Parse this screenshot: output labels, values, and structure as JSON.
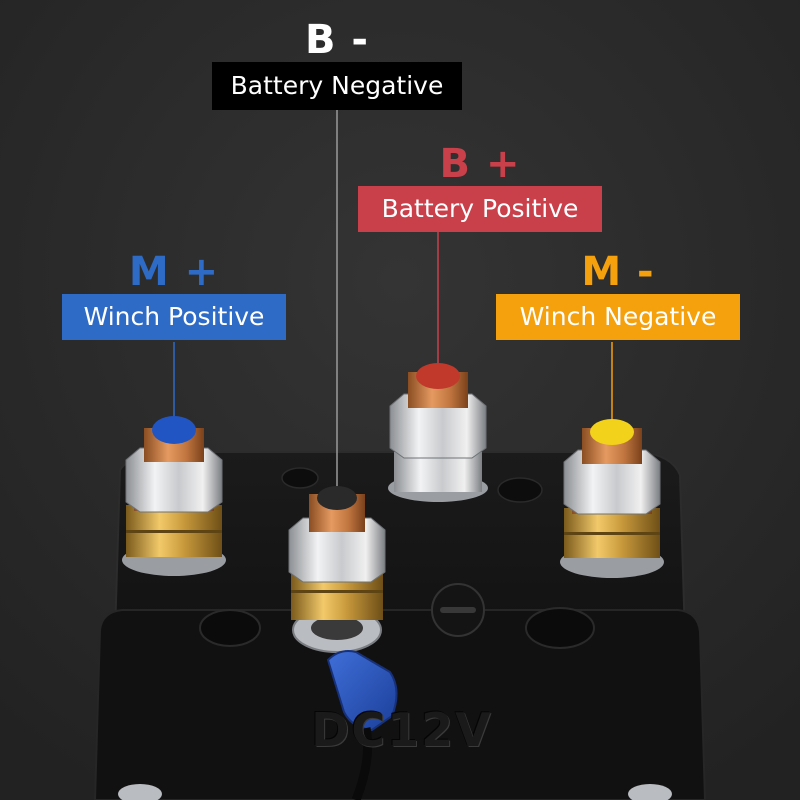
{
  "terminals": [
    {
      "code": "B -",
      "label": "Battery Negative",
      "color": "#000000",
      "code_color": "#ffffff",
      "cap_color": "#2a2a2a"
    },
    {
      "code": "B +",
      "label": "Battery Positive",
      "color": "#c9404a",
      "code_color": "#c9404a",
      "cap_color": "#c0392b"
    },
    {
      "code": "M +",
      "label": "Winch Positive",
      "color": "#2e6bc6",
      "code_color": "#2e6bc6",
      "cap_color": "#2255c4"
    },
    {
      "code": "M -",
      "label": "Winch Negative",
      "color": "#f5a00d",
      "code_color": "#f5a00d",
      "cap_color": "#f2d21b"
    }
  ],
  "housing": {
    "stamp": "DC12V"
  }
}
